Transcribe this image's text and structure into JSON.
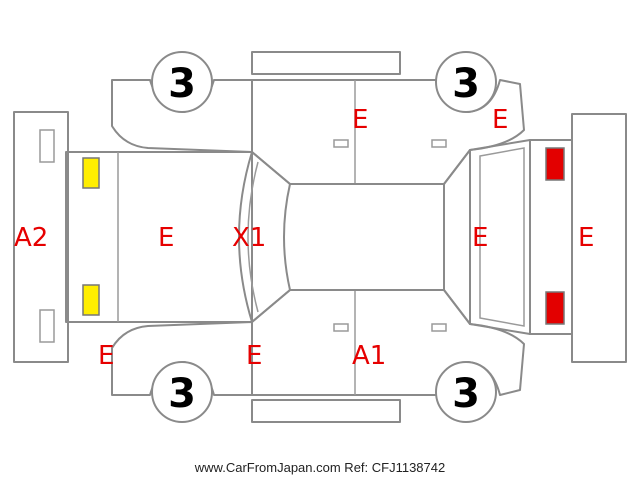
{
  "colors": {
    "outline": "#8a8a8a",
    "mark_red": "#e60000",
    "light_front": "#ffee00",
    "light_rear": "#e30000",
    "text": "#000000"
  },
  "tires": [
    {
      "id": "front-left",
      "value": "3"
    },
    {
      "id": "rear-left",
      "value": "3"
    },
    {
      "id": "front-right",
      "value": "3"
    },
    {
      "id": "rear-right",
      "value": "3"
    }
  ],
  "marks": [
    {
      "id": "front-bumper",
      "code": "A2"
    },
    {
      "id": "hood",
      "code": "E"
    },
    {
      "id": "windshield",
      "code": "X1"
    },
    {
      "id": "front-left-corner",
      "code": "E"
    },
    {
      "id": "left-front-door",
      "code": "E"
    },
    {
      "id": "left-rear-door",
      "code": "A1"
    },
    {
      "id": "right-door",
      "code": "E"
    },
    {
      "id": "right-rear-fender",
      "code": "E"
    },
    {
      "id": "tailgate",
      "code": "E"
    },
    {
      "id": "rear-bumper",
      "code": "E"
    }
  ],
  "footer": "www.CarFromJapan.com Ref: CFJ1138742"
}
